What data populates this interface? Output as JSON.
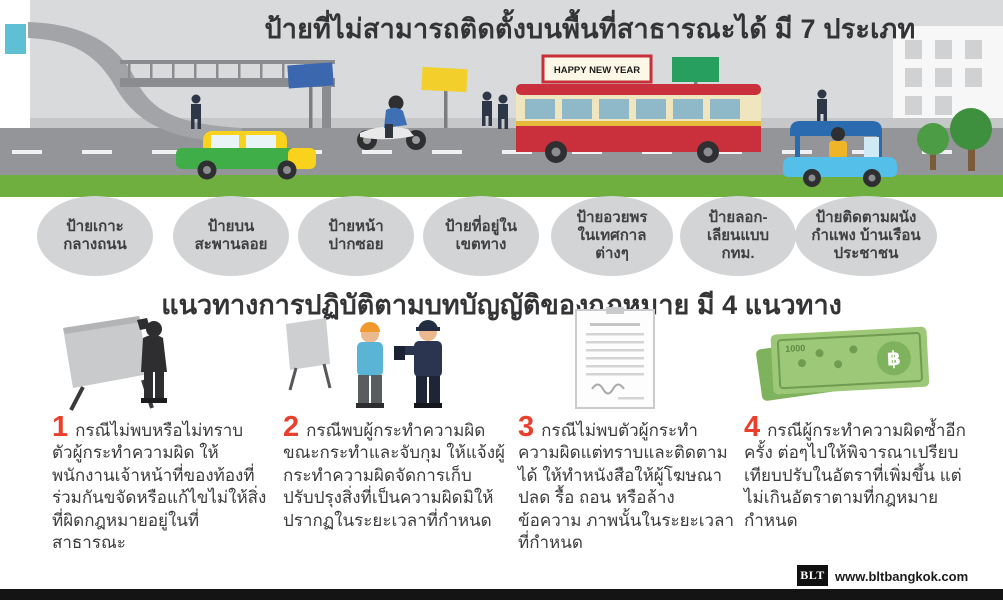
{
  "top": {
    "title": "ป้ายที่ไม่สามารถติดตั้งบนพื้นที่สาธารณะได้ มี 7 ประเภท",
    "bus_sign": "HAPPY NEW YEAR"
  },
  "sign_types": [
    {
      "l1": "ป้ายเกาะ",
      "l2": "กลางถนน",
      "l3": ""
    },
    {
      "l1": "ป้ายบน",
      "l2": "สะพานลอย",
      "l3": ""
    },
    {
      "l1": "ป้ายหน้า",
      "l2": "ปากซอย",
      "l3": ""
    },
    {
      "l1": "ป้ายที่อยู่ใน",
      "l2": "เขตทาง",
      "l3": ""
    },
    {
      "l1": "ป้ายอวยพร",
      "l2": "ในเทศกาล",
      "l3": "ต่างๆ"
    },
    {
      "l1": "ป้ายลอก-",
      "l2": "เลียนแบบ",
      "l3": "กทม."
    },
    {
      "l1": "ป้ายติดตามผนัง",
      "l2": "กำแพง บ้านเรือน",
      "l3": "ประชาชน"
    }
  ],
  "guidelines": {
    "title": "แนวทางการปฏิบัติตามบทบัญญัติของกฎหมาย มี 4 แนวทาง",
    "items": [
      {
        "num": "1",
        "text": "กรณีไม่พบหรือไม่ทราบตัวผู้กระทำความผิด ให้พนักงานเจ้าหน้าที่ของท้องที่ร่วมกันขจัดหรือแก้ไขไม่ให้สิ่งที่ผิดกฎหมายอยู่ในที่สาธารณะ"
      },
      {
        "num": "2",
        "text": "กรณีพบผู้กระทำความผิดขณะกระทำและจับกุม ให้แจ้งผู้กระทำความผิดจัดการเก็บ ปรับปรุงสิ่งที่เป็นความผิดมิให้ปรากฏในระยะเวลาที่กำหนด"
      },
      {
        "num": "3",
        "text": "กรณีไม่พบตัวผู้กระทำความผิดแต่ทราบและติดตามได้ ให้ทำหนังสือให้ผู้โฆษณา ปลด รื้อ ถอน หรือล้างข้อความ ภาพนั้นในระยะเวลาที่กำหนด"
      },
      {
        "num": "4",
        "text": "กรณีผู้กระทำความผิดซ้ำอีกครั้ง ต่อๆไปให้พิจารณาเปรียบเทียบปรับในอัตราที่เพิ่มขึ้น แต่ไม่เกินอัตราตามที่กฎหมายกำหนด"
      }
    ]
  },
  "footer": {
    "logo": "BLT",
    "website": "www.bltbangkok.com"
  },
  "banknote_value": "1000",
  "banknote_symbol": "฿",
  "colors": {
    "accent_red": "#e8402d",
    "circle_gray": "#d2d4d5",
    "grass_green": "#6faf3f",
    "road_gray": "#939598",
    "bus_red": "#c9303c",
    "tuktuk_blue": "#54bfe8",
    "taxi_green": "#3fae49",
    "taxi_yellow": "#f8d21c"
  }
}
